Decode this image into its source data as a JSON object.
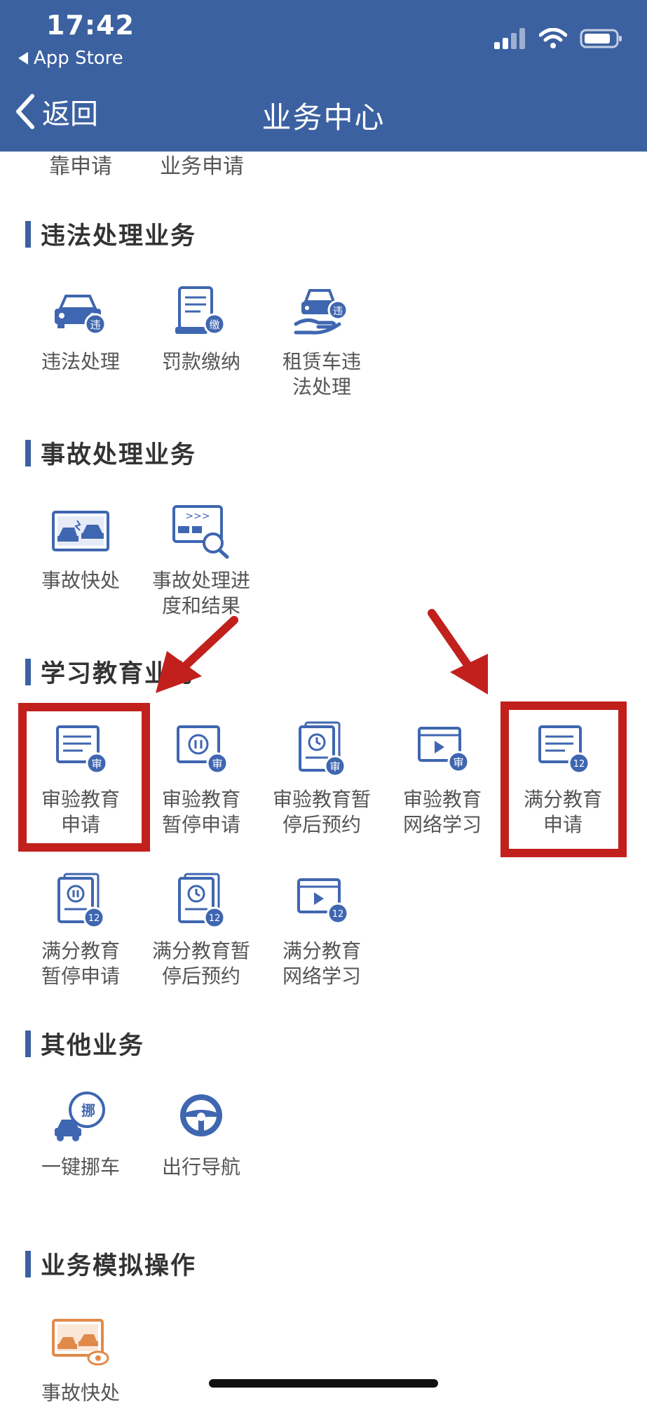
{
  "status": {
    "time": "17:42",
    "back_app": "App Store"
  },
  "nav": {
    "back_label": "返回",
    "title": "业务中心"
  },
  "partial_items": [
    "靠申请",
    "业务申请"
  ],
  "sections": {
    "violation": {
      "title": "违法处理业务",
      "items": [
        {
          "label": "违法处理",
          "badge": "违"
        },
        {
          "label": "罚款缴纳",
          "badge": "缴"
        },
        {
          "label": "租赁车违\n法处理",
          "badge": "违"
        }
      ]
    },
    "accident": {
      "title": "事故处理业务",
      "items": [
        {
          "label": "事故快处"
        },
        {
          "label": "事故处理进\n度和结果",
          "glyph": ">>>"
        }
      ]
    },
    "education": {
      "title": "学习教育业务",
      "items": [
        {
          "label": "审验教育\n申请",
          "badge": "审"
        },
        {
          "label": "审验教育\n暂停申请",
          "badge": "审"
        },
        {
          "label": "审验教育暂\n停后预约",
          "badge": "审"
        },
        {
          "label": "审验教育\n网络学习",
          "badge": "审"
        },
        {
          "label": "满分教育\n申请",
          "badge": "12"
        },
        {
          "label": "满分教育\n暂停申请",
          "badge": "12"
        },
        {
          "label": "满分教育暂\n停后预约",
          "badge": "12"
        },
        {
          "label": "满分教育\n网络学习",
          "badge": "12"
        }
      ]
    },
    "other": {
      "title": "其他业务",
      "items": [
        {
          "label": "一键挪车",
          "badge": "挪"
        },
        {
          "label": "出行导航"
        }
      ]
    },
    "simulation": {
      "title": "业务模拟操作",
      "items": [
        {
          "label": "事故快处\n模拟"
        }
      ]
    }
  },
  "colors": {
    "header": "#3c61a1",
    "icon": "#3f66b0",
    "highlight": "#c1201d",
    "simulation_icon": "#e08a4a"
  }
}
